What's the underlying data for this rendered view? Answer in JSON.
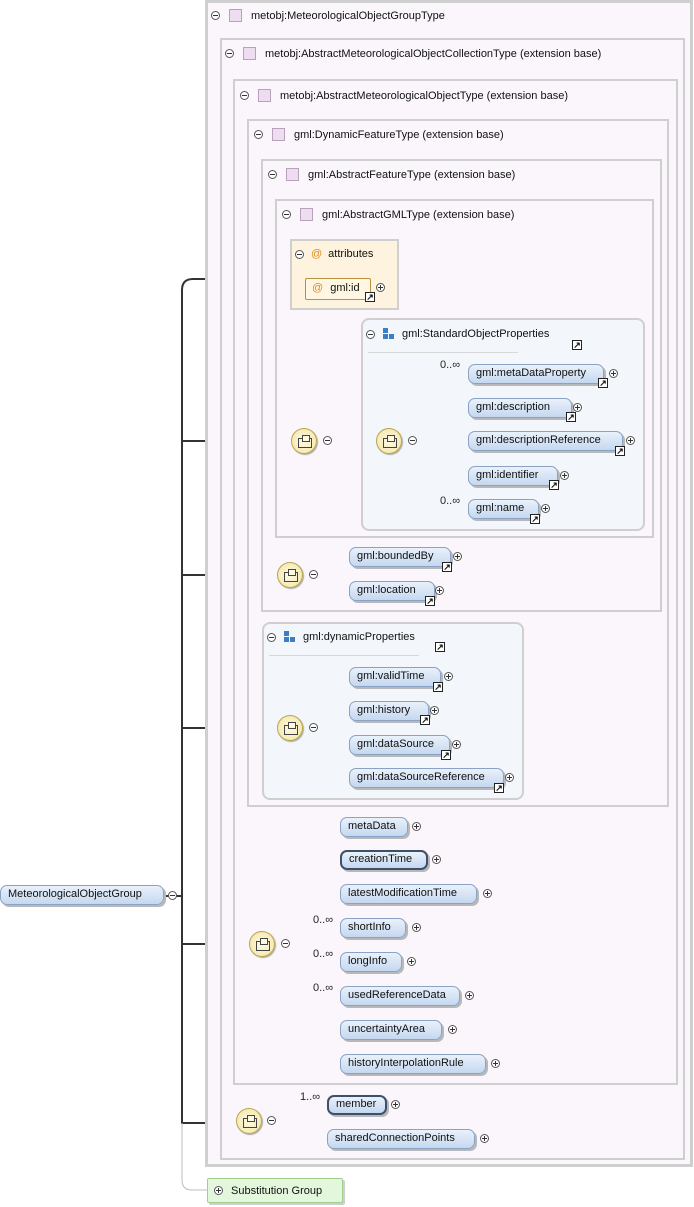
{
  "root": {
    "label": "MeteorologicalObjectGroup"
  },
  "types": {
    "metobj_group": "metobj:MeteorologicalObjectGroupType",
    "abstract_collection": "metobj:AbstractMeteorologicalObjectCollectionType (extension base)",
    "abstract_object": "metobj:AbstractMeteorologicalObjectType (extension base)",
    "dynamic_feature": "gml:DynamicFeatureType (extension base)",
    "abstract_feature": "gml:AbstractFeatureType (extension base)",
    "abstract_gml": "gml:AbstractGMLType (extension base)"
  },
  "attributes": {
    "title": "attributes",
    "at": "@",
    "id_attr": "gml:id"
  },
  "standard_object_properties": {
    "title": "gml:StandardObjectProperties",
    "elements": [
      {
        "label": "gml:metaDataProperty",
        "card": "0..∞"
      },
      {
        "label": "gml:description",
        "card": ""
      },
      {
        "label": "gml:descriptionReference",
        "card": ""
      },
      {
        "label": "gml:identifier",
        "card": ""
      },
      {
        "label": "gml:name",
        "card": "0..∞"
      }
    ]
  },
  "feature_elements": [
    {
      "label": "gml:boundedBy"
    },
    {
      "label": "gml:location"
    }
  ],
  "dynamic_properties": {
    "title": "gml:dynamicProperties",
    "elements": [
      {
        "label": "gml:validTime"
      },
      {
        "label": "gml:history"
      },
      {
        "label": "gml:dataSource"
      },
      {
        "label": "gml:dataSourceReference"
      }
    ]
  },
  "object_elements": [
    {
      "label": "metaData",
      "card": ""
    },
    {
      "label": "creationTime",
      "card": ""
    },
    {
      "label": "latestModificationTime",
      "card": ""
    },
    {
      "label": "shortInfo",
      "card": "0..∞"
    },
    {
      "label": "longInfo",
      "card": "0..∞"
    },
    {
      "label": "usedReferenceData",
      "card": "0..∞"
    },
    {
      "label": "uncertaintyArea",
      "card": ""
    },
    {
      "label": "historyInterpolationRule",
      "card": ""
    }
  ],
  "collection_elements": [
    {
      "label": "member",
      "card": "1..∞"
    },
    {
      "label": "sharedConnectionPoints",
      "card": ""
    }
  ],
  "substitution_group": "Substitution Group",
  "colors": {
    "element_fill": "#c5d8f0",
    "type_box_border": "#cfcfcf",
    "connector_fill": "#f1e3a4",
    "substitution_fill": "#e3f7dc"
  }
}
